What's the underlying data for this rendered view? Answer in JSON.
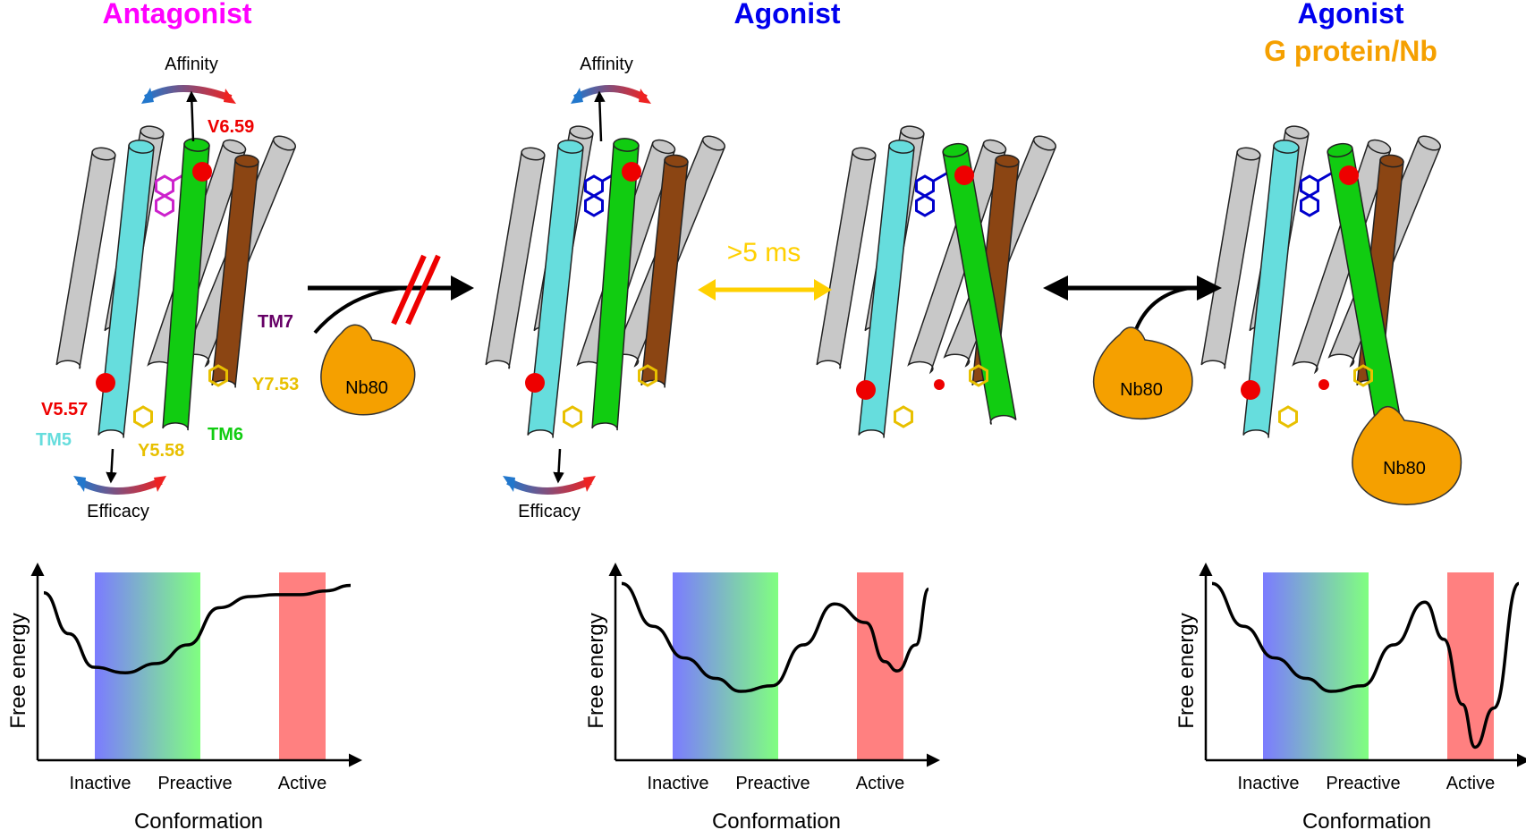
{
  "panels": [
    {
      "title": "Antagonist",
      "subtitle": "",
      "title_color": "#ff00ff",
      "affinity_label": "Affinity",
      "efficacy_label": "Efficacy",
      "residue_labels": [
        "V6.59",
        "V5.57",
        "Y5.58",
        "Y7.53"
      ],
      "helix_labels": [
        "TM5",
        "TM6",
        "TM7"
      ],
      "nanobody_label": "Nb80",
      "ligand_color": "#cc22cc"
    },
    {
      "title": "Agonist",
      "subtitle": "",
      "title_color": "#0000ee",
      "affinity_label": "Affinity",
      "efficacy_label": "Efficacy",
      "ligand_color": "#0000cc"
    },
    {
      "title": "Agonist",
      "subtitle": "G protein/Nb",
      "title_color": "#0000ee",
      "subtitle_color": "#f5a000",
      "nanobody_labels": [
        "Nb80",
        "Nb80"
      ],
      "ligand_color": "#0000cc"
    }
  ],
  "transitions": {
    "blocked_arrow": "blocked by Nb80",
    "exchange_time": ">5 ms",
    "exchange_color": "#ffd000"
  },
  "colors": {
    "tm5": "#66dddd",
    "tm6": "#11cc11",
    "tm7": "#8b4513",
    "other_tm": "#c8c8c8",
    "nanobody": "#f5a000",
    "residue_dot": "#ee0000",
    "tyrosine": "#e8c000",
    "region_inactive": "#7b7bff",
    "region_preactive": "#80ff80",
    "region_active": "#ff8080"
  },
  "energy_plots": [
    {
      "chart_data": {
        "type": "line",
        "title": "",
        "xlabel": "Conformation",
        "ylabel": "Free energy",
        "regions": [
          {
            "name": "Inactive",
            "x_range": [
              0.18,
              0.51
            ]
          },
          {
            "name": "Preactive",
            "x_range": [
              0.51,
              0.51
            ]
          },
          {
            "name": "Active",
            "x_range": [
              0.76,
              0.91
            ]
          }
        ],
        "tick_labels": [
          "Inactive",
          "Preactive",
          "Active"
        ],
        "x": [
          0.02,
          0.1,
          0.18,
          0.28,
          0.38,
          0.48,
          0.58,
          0.68,
          0.76,
          0.84,
          0.92,
          1.0
        ],
        "y": [
          0.9,
          0.68,
          0.5,
          0.47,
          0.52,
          0.62,
          0.82,
          0.88,
          0.89,
          0.89,
          0.91,
          0.94
        ]
      }
    },
    {
      "chart_data": {
        "type": "line",
        "title": "",
        "xlabel": "Conformation",
        "ylabel": "Free energy",
        "tick_labels": [
          "Inactive",
          "Preactive",
          "Active"
        ],
        "x": [
          0.02,
          0.12,
          0.22,
          0.32,
          0.4,
          0.5,
          0.6,
          0.7,
          0.8,
          0.86,
          0.9,
          0.96,
          1.0
        ],
        "y": [
          0.95,
          0.72,
          0.55,
          0.44,
          0.37,
          0.4,
          0.62,
          0.84,
          0.74,
          0.53,
          0.48,
          0.62,
          0.92
        ]
      }
    },
    {
      "chart_data": {
        "type": "line",
        "title": "",
        "xlabel": "Conformation",
        "ylabel": "Free energy",
        "tick_labels": [
          "Inactive",
          "Preactive",
          "Active"
        ],
        "x": [
          0.02,
          0.12,
          0.22,
          0.32,
          0.4,
          0.5,
          0.6,
          0.7,
          0.76,
          0.82,
          0.86,
          0.92,
          1.0
        ],
        "y": [
          0.95,
          0.72,
          0.55,
          0.44,
          0.37,
          0.4,
          0.62,
          0.85,
          0.65,
          0.3,
          0.07,
          0.28,
          0.95
        ]
      }
    }
  ]
}
